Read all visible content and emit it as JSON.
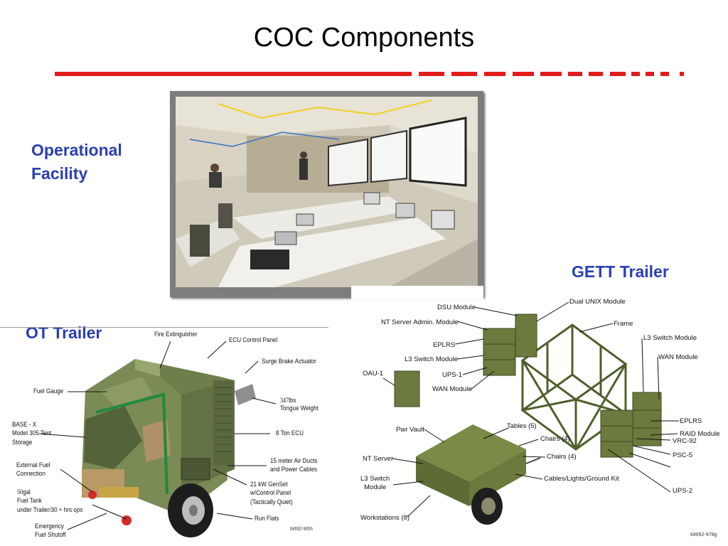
{
  "slide": {
    "title": "COC Components",
    "accent_color": "#e21b1b",
    "label_color": "#2a3fb3"
  },
  "sections": {
    "operational": {
      "line1": "Operational",
      "line2": "Facility"
    },
    "gett": {
      "label": "GETT Trailer"
    },
    "ot": {
      "label": "OT Trailer"
    }
  },
  "ot_diagram": {
    "callouts": {
      "fire_extinguisher": "Fire Extinguisher",
      "ecu_control_panel": "ECU Control Panel",
      "surge_brake": "Surge Brake Actuator",
      "fuel_gauge": "Fuel Gauge",
      "tongue_weight_value": "347",
      "tongue_weight_unit": "lbs",
      "tongue_weight_label": "Tongue Weight",
      "base_x_1": "BASE - X",
      "base_x_2": "Model 305 Tent",
      "base_x_3": "Storage",
      "ecu_8ton": "8 Ton ECU",
      "ext_fuel_1": "External Fuel",
      "ext_fuel_2": "Connection",
      "air_ducts_1": "15 meter Air Ducts",
      "air_ducts_2": "and Power Cables",
      "genset_1": "21 kW GenSet",
      "genset_2": "w/Control Panel",
      "genset_3": "(Tactically Quiet)",
      "fuel_tank_value": "50",
      "fuel_tank_unit": "gal",
      "fuel_tank_2": "Fuel Tank",
      "fuel_tank_3": "under Trailer/30 + hrs ops",
      "run_flats": "Run Flats",
      "emergency_1": "Emergency",
      "emergency_2": "Fuel Shutoff",
      "figure_id": "64692-905h"
    }
  },
  "gett_diagram": {
    "callouts": {
      "dsu": "DSU Module",
      "dual_unix": "Dual UNIX Module",
      "nt_admin": "NT Server Admin. Module",
      "frame": "Frame",
      "eplrs_left": "EPLRS",
      "l3_switch_left": "L3 Switch Module",
      "l3_switch_right": "L3 Switch Module",
      "wan_right": "WAN Module",
      "oau": "OAU-1",
      "ups1": "UPS-1",
      "wan_left": "WAN Module",
      "pwr_vault": "Pwr Vault",
      "tables": "Tables (5)",
      "chairs_1": "Chairs (4)",
      "chairs_2": "Chairs (4)",
      "eplrs_right": "EPLRS",
      "raid": "RAID Module",
      "nt_server": "NT Server",
      "vrc92": "VRC-92",
      "psc5": "PSC-5",
      "l3_switch_module_1": "L3 Switch",
      "l3_switch_module_2": "Module",
      "cables": "Cables/Lights/Ground Kit",
      "ups2": "UPS-2",
      "workstations": "Workstations (8)",
      "figure_id": "64692-978g"
    }
  }
}
